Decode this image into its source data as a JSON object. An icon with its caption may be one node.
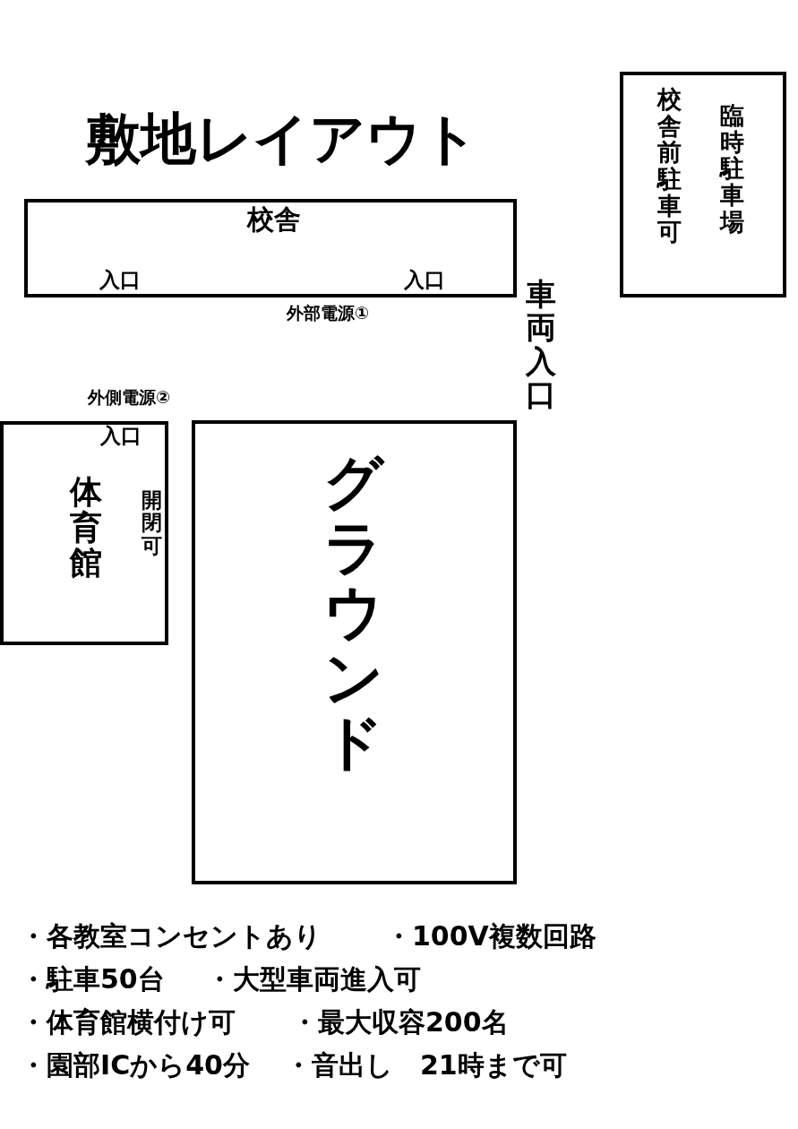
{
  "diagram": {
    "title": "敷地レイアウト",
    "nodes": [
      {
        "text": [
          "校舎",
          "入口",
          "入口"
        ]
      },
      {
        "text": [
          "校舎前駐車可",
          "臨時駐車場"
        ]
      },
      {
        "text": [
          "入口",
          "体育館",
          "開閉可"
        ]
      },
      {
        "text": [
          "グラウンド"
        ]
      }
    ],
    "edges": [],
    "labels": [
      "外部電源①",
      "車両入口",
      "外側電源②",
      "・各教室コンセントあり",
      "・100V複数回路",
      "・駐車50台",
      "・大型車両進入可",
      "・体育館横付け可",
      "・最大収容200名",
      "・園部ICから40分",
      "・音出し　21時まで可"
    ]
  }
}
